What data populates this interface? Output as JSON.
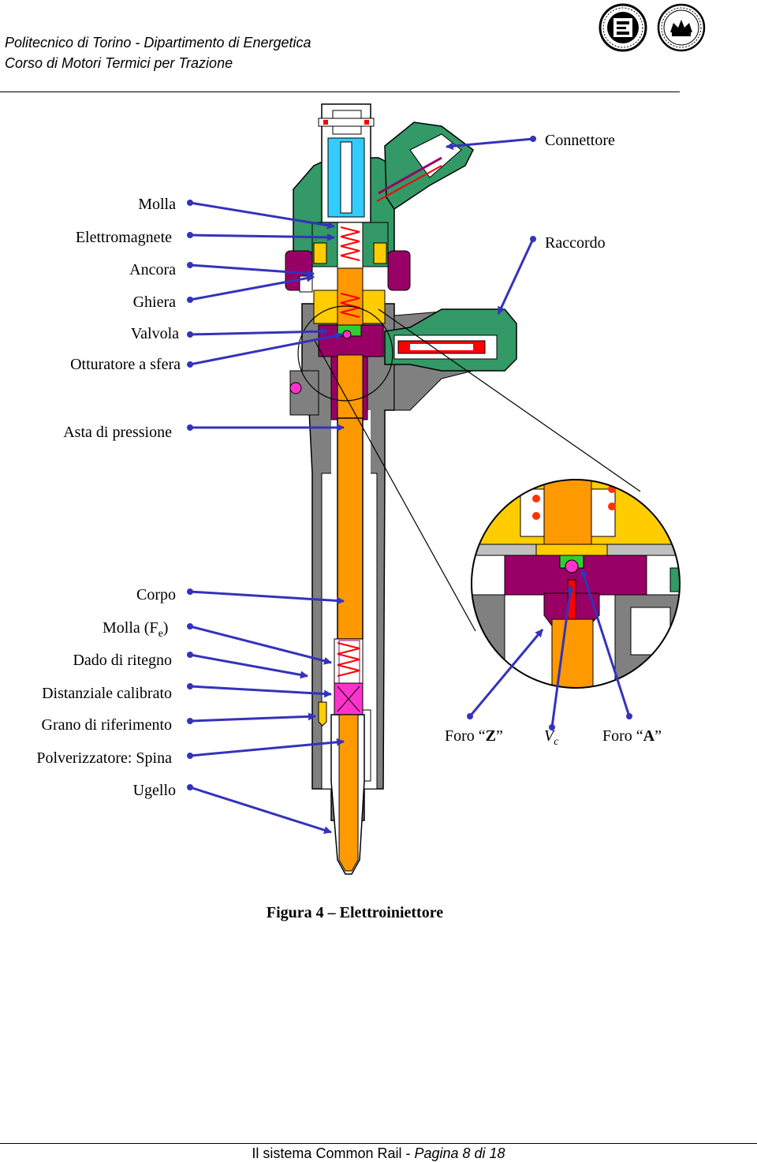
{
  "header": {
    "line1": "Politecnico di Torino - Dipartimento di Energetica",
    "line2": "Corso di Motori Termici per Trazione"
  },
  "labels_left": {
    "molla": "Molla",
    "elettromagnete": "Elettromagnete",
    "ancora": "Ancora",
    "ghiera": "Ghiera",
    "valvola": "Valvola",
    "otturatore": "Otturatore a sfera",
    "asta": "Asta di pressione",
    "corpo": "Corpo",
    "molla_fe": "Molla (F",
    "molla_fe_sub": "e",
    "molla_fe_close": ")",
    "dado": "Dado di ritegno",
    "distanziale": "Distanziale calibrato",
    "grano": "Grano di riferimento",
    "polverizzatore": "Polverizzatore: Spina",
    "ugello": "Ugello"
  },
  "labels_right": {
    "connettore": "Connettore",
    "raccordo": "Raccordo"
  },
  "detail_labels": {
    "foro_z_prefix": "Foro “",
    "foro_z_letter": "Z",
    "foro_z_suffix": "”",
    "vc_main": "V",
    "vc_sub": "c",
    "foro_a_prefix": "Foro “",
    "foro_a_letter": "A",
    "foro_a_suffix": "”"
  },
  "figure": {
    "caption": "Figura 4 – Elettroiniettore"
  },
  "footer": {
    "text": "Il sistema Common Rail - ",
    "page": "Pagina 8 di 18"
  },
  "colors": {
    "arrow": "#3333bb",
    "body_gray": "#808080",
    "orange": "#ff9900",
    "magenta": "#990066",
    "green": "#339966",
    "yellow": "#ffcc00",
    "cyan": "#33ccff",
    "red": "#ff0000",
    "pink": "#ff33cc"
  },
  "logos": [
    "department-seal-logo",
    "politecnico-seal-logo"
  ]
}
